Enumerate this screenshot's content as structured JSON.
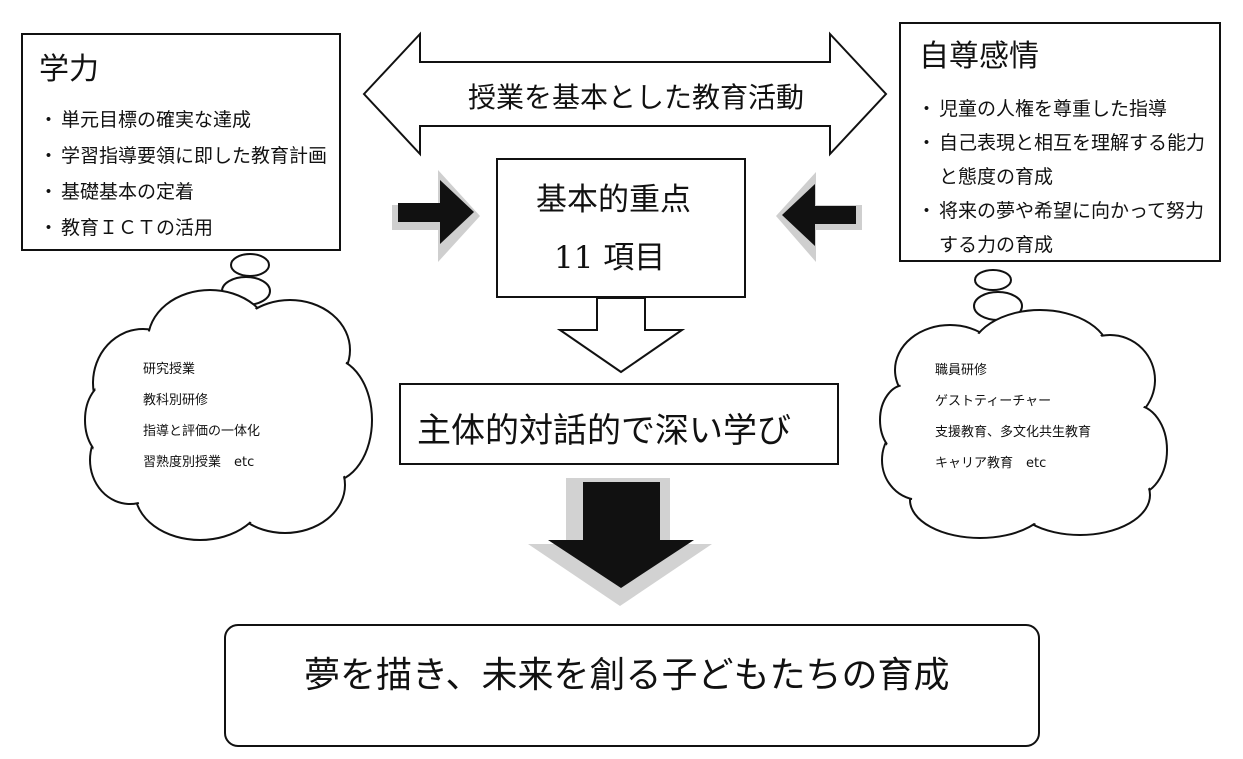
{
  "left_box": {
    "title": "学力",
    "items": [
      "単元目標の確実な達成",
      "学習指導要領に即した教育計画",
      "基礎基本の定着",
      "教育ＩＣＴの活用"
    ]
  },
  "right_box": {
    "title": "自尊感情",
    "items": [
      "児童の人権を尊重した指導",
      "自己表現と相互を理解する能力と態度の育成",
      "将来の夢や希望に向かって努力する力の育成"
    ]
  },
  "top_arrow_label": "授業を基本とした教育活動",
  "center_box": {
    "line1": "基本的重点",
    "line2": "11 項目"
  },
  "middle_box": "主体的対話的で深い学び",
  "bottom_box": "夢を描き、未来を創る子どもたちの育成",
  "left_cloud": [
    "研究授業",
    "教科別研修",
    "指導と評価の一体化",
    "習熟度別授業　etc"
  ],
  "right_cloud": [
    "職員研修",
    "ゲストティーチャー",
    "支援教育、多文化共生教育",
    "キャリア教育　etc"
  ]
}
